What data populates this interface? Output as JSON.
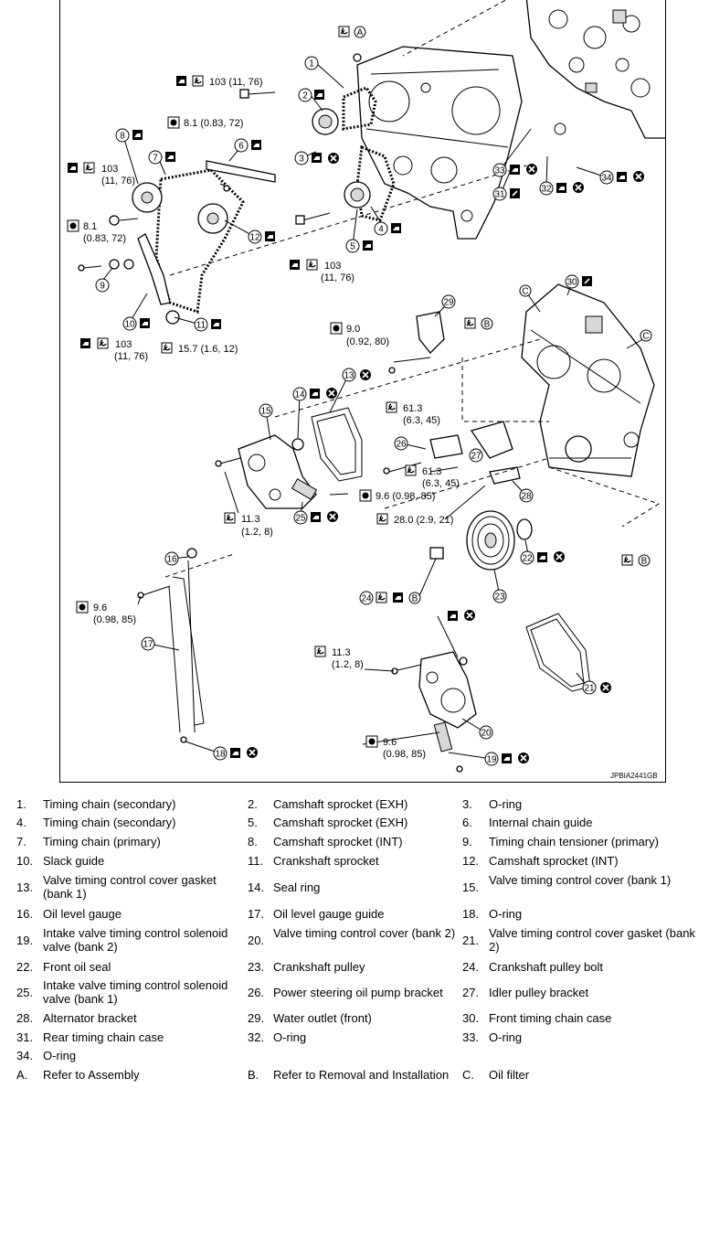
{
  "diagram": {
    "image_code": "JPBIA2441GB",
    "torques": {
      "t1": "103 (11, 76)",
      "t2": "8.1 (0.83, 72)",
      "t3a": "103",
      "t3b": "(11, 76)",
      "t4a": "8.1",
      "t4b": "(0.83, 72)",
      "t5a": "103",
      "t5b": "(11, 76)",
      "t6a": "103",
      "t6b": "(11, 76)",
      "t7": "15.7 (1.6, 12)",
      "t8a": "9.0",
      "t8b": "(0.92, 80)",
      "t9a": "61.3",
      "t9b": "(6.3, 45)",
      "t10a": "61.3",
      "t10b": "(6.3, 45)",
      "t11": "9.6 (0.98, 85)",
      "t12a": "11.3",
      "t12b": "(1.2, 8)",
      "t13": "28.0 (2.9, 21)",
      "t14a": "9.6",
      "t14b": "(0.98, 85)",
      "t15a": "11.3",
      "t15b": "(1.2, 8)",
      "t16a": "9.6",
      "t16b": "(0.98, 85)"
    },
    "letters": {
      "a": "A",
      "b": "B",
      "c": "C"
    },
    "callouts": [
      "1",
      "2",
      "3",
      "4",
      "5",
      "6",
      "7",
      "8",
      "9",
      "10",
      "11",
      "12",
      "13",
      "14",
      "15",
      "16",
      "17",
      "18",
      "19",
      "20",
      "21",
      "22",
      "23",
      "24",
      "25",
      "26",
      "27",
      "28",
      "29",
      "30",
      "31",
      "32",
      "33",
      "34"
    ]
  },
  "legend": {
    "rows": [
      [
        [
          "1.",
          "Timing chain (secondary)"
        ],
        [
          "2.",
          "Camshaft sprocket (EXH)"
        ],
        [
          "3.",
          "O-ring"
        ]
      ],
      [
        [
          "4.",
          "Timing chain (secondary)"
        ],
        [
          "5.",
          "Camshaft sprocket (EXH)"
        ],
        [
          "6.",
          "Internal chain guide"
        ]
      ],
      [
        [
          "7.",
          "Timing chain (primary)"
        ],
        [
          "8.",
          "Camshaft sprocket (INT)"
        ],
        [
          "9.",
          "Timing chain tensioner (primary)"
        ]
      ],
      [
        [
          "10.",
          "Slack guide"
        ],
        [
          "11.",
          "Crankshaft sprocket"
        ],
        [
          "12.",
          "Camshaft sprocket (INT)"
        ]
      ],
      [
        [
          "13.",
          "Valve timing control cover gasket (bank 1)"
        ],
        [
          "14.",
          "Seal ring"
        ],
        [
          "15.",
          "Valve timing control cover (bank 1)"
        ]
      ],
      [
        [
          "16.",
          "Oil level gauge"
        ],
        [
          "17.",
          "Oil level gauge guide"
        ],
        [
          "18.",
          "O-ring"
        ]
      ],
      [
        [
          "19.",
          "Intake valve timing control solenoid valve (bank 2)"
        ],
        [
          "20.",
          "Valve timing control cover (bank 2)"
        ],
        [
          "21.",
          "Valve timing control cover gasket (bank 2)"
        ]
      ],
      [
        [
          "22.",
          "Front oil seal"
        ],
        [
          "23.",
          "Crankshaft pulley"
        ],
        [
          "24.",
          "Crankshaft pulley bolt"
        ]
      ],
      [
        [
          "25.",
          "Intake valve timing control solenoid valve (bank 1)"
        ],
        [
          "26.",
          "Power steering oil pump bracket"
        ],
        [
          "27.",
          "Idler pulley bracket"
        ]
      ],
      [
        [
          "28.",
          "Alternator bracket"
        ],
        [
          "29.",
          "Water outlet (front)"
        ],
        [
          "30.",
          "Front timing chain case"
        ]
      ],
      [
        [
          "31.",
          "Rear timing chain case"
        ],
        [
          "32.",
          "O-ring"
        ],
        [
          "33.",
          "O-ring"
        ]
      ],
      [
        [
          "34.",
          "O-ring"
        ],
        [
          "",
          ""
        ],
        [
          "",
          ""
        ]
      ],
      [
        [
          "A.",
          "Refer to Assembly"
        ],
        [
          "B.",
          "Refer to Removal and Installation"
        ],
        [
          "C.",
          "Oil filter"
        ]
      ]
    ]
  }
}
